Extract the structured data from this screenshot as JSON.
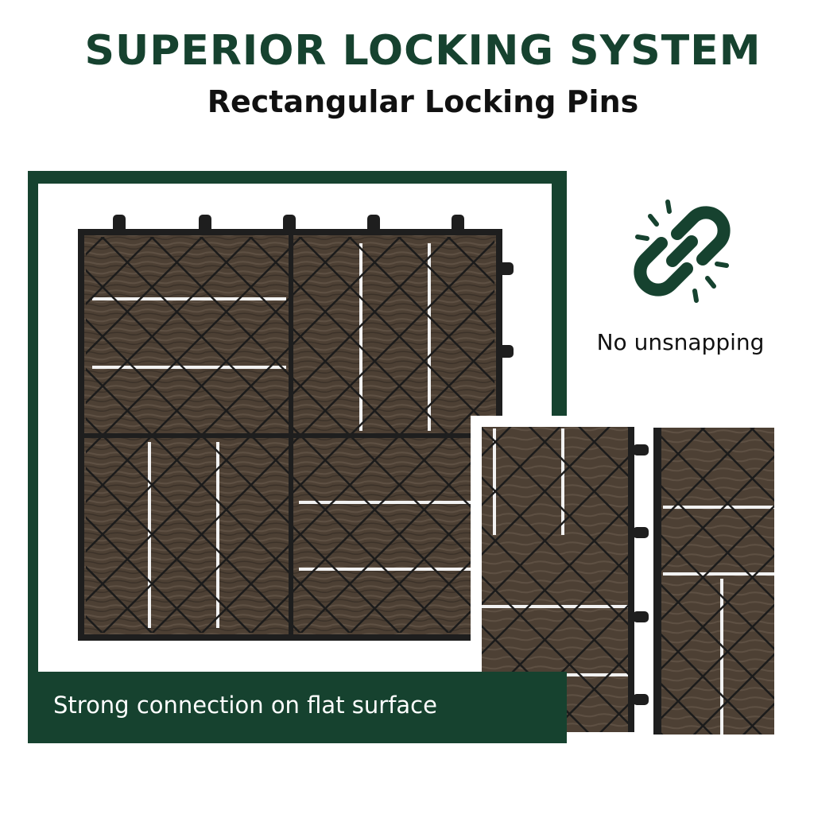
{
  "header": {
    "title": "SUPERIOR LOCKING SYSTEM",
    "subtitle": "Rectangular Locking Pins"
  },
  "feature": {
    "icon": "chain-link-icon",
    "label": "No unsnapping"
  },
  "panel": {
    "caption": "Strong connection on flat surface"
  },
  "colors": {
    "brand_green": "#16422f",
    "wood": "#4a3e33",
    "plastic": "#1e1e1e"
  }
}
